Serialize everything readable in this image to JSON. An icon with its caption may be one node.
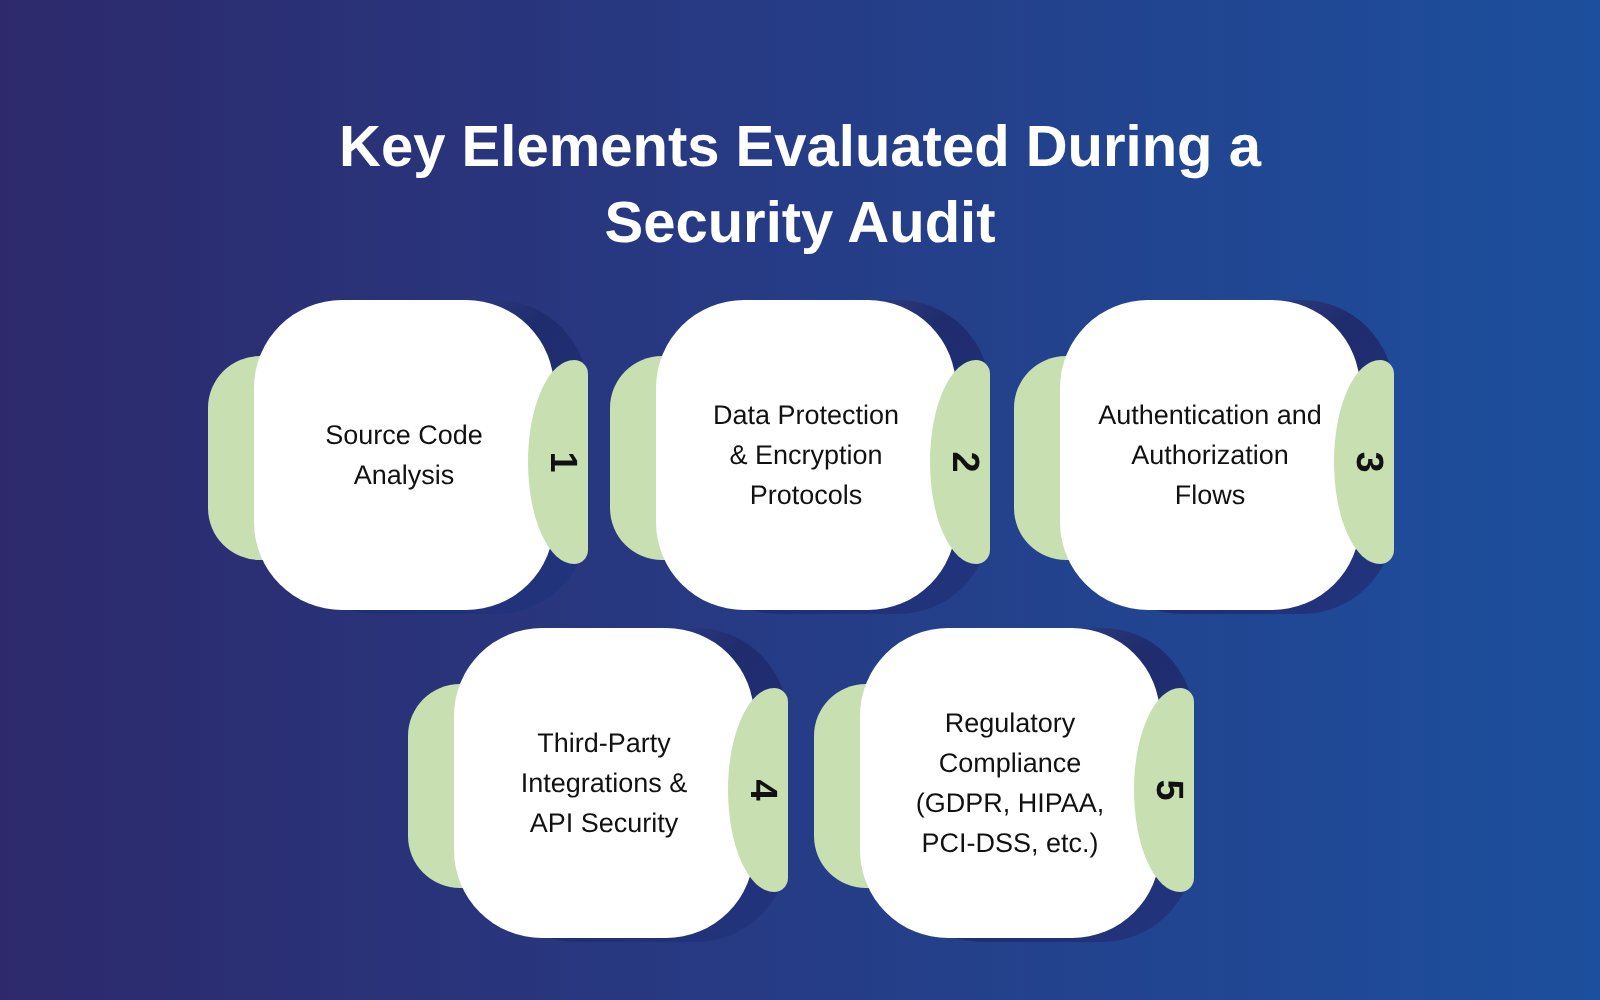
{
  "diagram": {
    "title": "Key Elements Evaluated During a Security Audit",
    "nodes": [
      {
        "text": [
          "Source Code Analysis",
          "1"
        ]
      },
      {
        "text": [
          "Data Protection & Encryption Protocols",
          "2"
        ]
      },
      {
        "text": [
          "Authentication and Authorization Flows",
          "3"
        ]
      },
      {
        "text": [
          "Third-Party Integrations & API Security",
          "4"
        ]
      },
      {
        "text": [
          "Regulatory Compliance (GDPR, HIPAA, PCI-DSS, etc.)",
          "5"
        ]
      }
    ]
  }
}
